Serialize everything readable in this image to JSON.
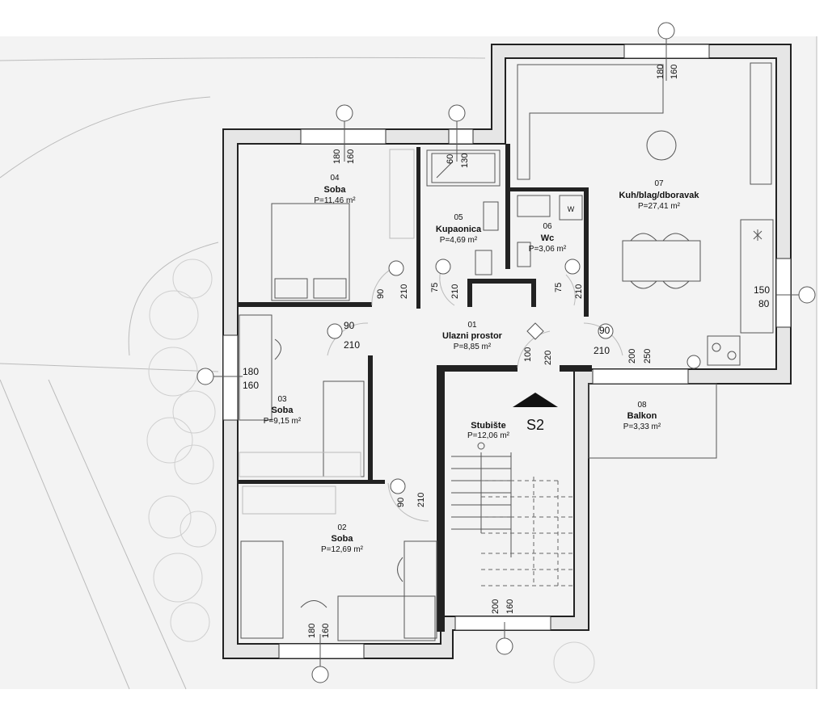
{
  "rooms": [
    {
      "number": "04",
      "name": "Soba",
      "area": "P=11,46 m²"
    },
    {
      "number": "05",
      "name": "Kupaonica",
      "area": "P=4,69 m²"
    },
    {
      "number": "06",
      "name": "Wc",
      "area": "P=3,06 m²"
    },
    {
      "number": "07",
      "name": "Kuh/blag/dboravak",
      "area": "P=27,41 m²"
    },
    {
      "number": "01",
      "name": "Ulazni prostor",
      "area": "P=8,85 m²"
    },
    {
      "number": "03",
      "name": "Soba",
      "area": "P=9,15 m²"
    },
    {
      "number": "08",
      "name": "Balkon",
      "area": "P=3,33 m²"
    },
    {
      "number": "02",
      "name": "Soba",
      "area": "P=12,69 m²"
    },
    {
      "number": "",
      "name": "Stubište",
      "area": "P=12,06 m²"
    }
  ],
  "stair_label": "S2",
  "appliance_label": "W",
  "dims": {
    "d180a": "180",
    "d160a": "160",
    "d60": "60",
    "d130": "130",
    "d180b": "180",
    "d160b": "160",
    "d90a": "90",
    "d210a": "210",
    "d75a": "75",
    "d210b": "210",
    "d75b": "75",
    "d210c": "210",
    "d90b": "90",
    "d210d": "210",
    "d90c": "90",
    "d210e": "210",
    "d100": "100",
    "d220": "220",
    "d200a": "200",
    "d250": "250",
    "d150": "150",
    "d80": "80",
    "d180c": "180",
    "d160c": "160",
    "d90d": "90",
    "d210f": "210",
    "d200b": "200",
    "d160d": "160",
    "d180d": "180",
    "d160e": "160"
  }
}
